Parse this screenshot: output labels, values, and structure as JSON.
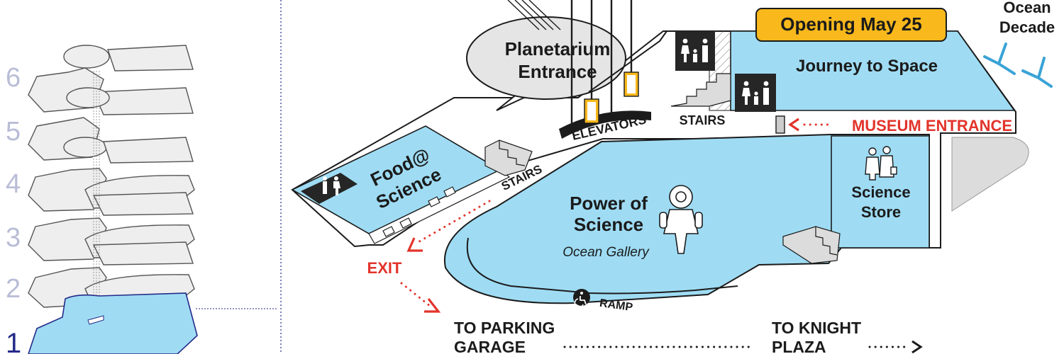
{
  "floor_selector": {
    "floors": [
      "6",
      "5",
      "4",
      "3",
      "2",
      "1"
    ],
    "current_floor": "1"
  },
  "labels": {
    "opening_badge": "Opening May 25",
    "ocean_decade_line1": "Ocean",
    "ocean_decade_line2": "Decade",
    "journey_to_space": "Journey to Space",
    "planetarium_line1": "Planetarium",
    "planetarium_line2": "Entrance",
    "elevators": "ELEVATORS",
    "stairs_top": "STAIRS",
    "stairs_left": "STAIRS",
    "museum_entrance": "MUSEUM ENTRANCE",
    "food_line1": "Food@",
    "food_line2": "Science",
    "power_line1": "Power of",
    "power_line2": "Science",
    "ocean_gallery": "Ocean Gallery",
    "science_store_line1": "Science",
    "science_store_line2": "Store",
    "exit": "EXIT",
    "ramp": "RAMP",
    "parking_line1": "TO PARKING",
    "parking_line2": "GARAGE",
    "knight_line1": "TO KNIGHT",
    "knight_line2": "PLAZA"
  },
  "colors": {
    "exhibit_fill": "#9fdcf4",
    "accent_red": "#e2342b",
    "badge_yellow": "#f9b91c",
    "restroom_dark": "#262626",
    "active_floor": "#242a88",
    "inactive_floor": "#b9bdd6",
    "floorplan_grey": "#dcdcdc"
  },
  "icons": [
    "restroom-icon",
    "family-restroom-icon",
    "wheelchair-icon",
    "stairs-icon",
    "elevator-icon",
    "diver-suit-icon",
    "shoppers-icon",
    "bench-icon",
    "arrow-icon"
  ]
}
